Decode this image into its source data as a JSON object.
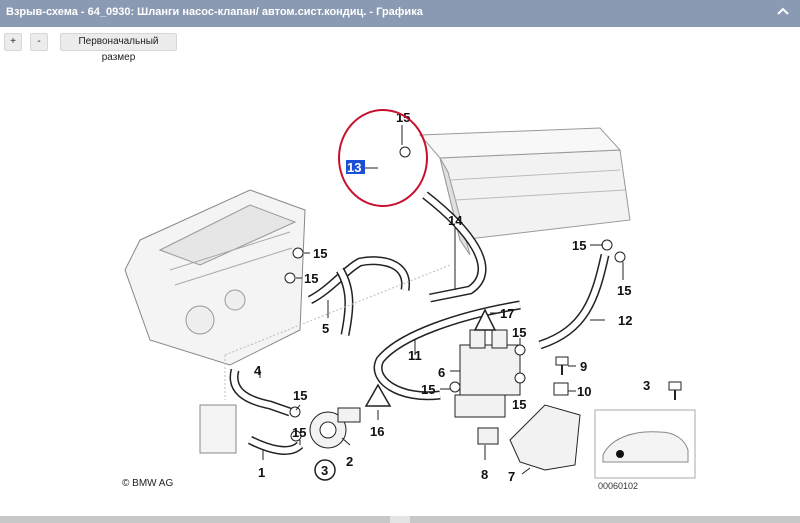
{
  "window": {
    "title": "Взрыв-схема - 64_0930: Шланги насос-клапан/ автом.сист.кондиц. - Графика",
    "collapse_icon": "chevron-up-icon"
  },
  "toolbar": {
    "zoom_in_label": "+",
    "zoom_out_label": "-",
    "reset_label": "Первоначальный размер"
  },
  "diagram": {
    "parts": [
      {
        "num": "15"
      },
      {
        "num": "13"
      },
      {
        "num": "14"
      },
      {
        "num": "15"
      },
      {
        "num": "15"
      },
      {
        "num": "15"
      },
      {
        "num": "15"
      },
      {
        "num": "5"
      },
      {
        "num": "12"
      },
      {
        "num": "17"
      },
      {
        "num": "15"
      },
      {
        "num": "11"
      },
      {
        "num": "6"
      },
      {
        "num": "9"
      },
      {
        "num": "4"
      },
      {
        "num": "15"
      },
      {
        "num": "10"
      },
      {
        "num": "15"
      },
      {
        "num": "15"
      },
      {
        "num": "16"
      },
      {
        "num": "3"
      },
      {
        "num": "15"
      },
      {
        "num": "2"
      },
      {
        "num": "3"
      },
      {
        "num": "8"
      },
      {
        "num": "7"
      },
      {
        "num": "1"
      }
    ],
    "highlighted_part": "13",
    "copyright": "© BMW AG",
    "image_code": "00060102",
    "highlight_color": "#c8102e"
  }
}
